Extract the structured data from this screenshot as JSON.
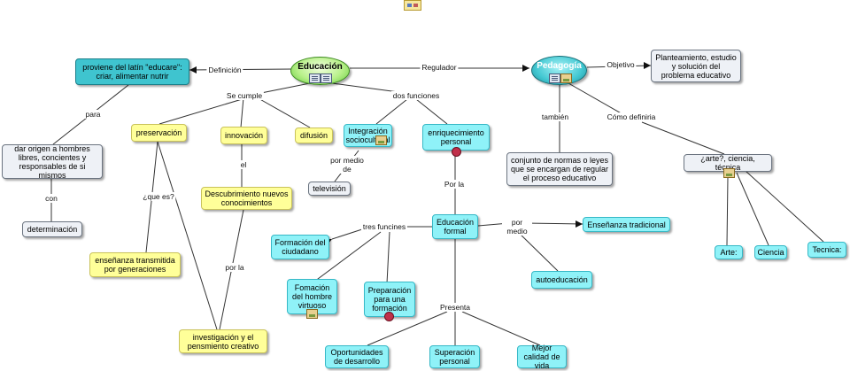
{
  "nodes": {
    "educacion": "Educación",
    "pedagogia": "Pedagogía",
    "latin": "proviene del latín \"educare\": criar, alimentar nutrir",
    "dar_origen": "dar origen a hombres libres, concientes y responsables de si mismos",
    "determinacion": "determinación",
    "preservacion": "preservación",
    "innovacion": "innovación",
    "difusion": "difusión",
    "integracion": "Integración sociocultural",
    "enriquecimiento": "enriquecimiento personal",
    "television": "televisión",
    "ensenanza_transmitida": "enseñanza transmitida por generaciones",
    "descubrimiento": "Descubrimiento nuevos conocimientos",
    "investigacion": "investigación y el pensmiento creativo",
    "planteamiento": "Planteamiento, estudio y solución del problema educativo",
    "conjunto": "conjunto de normas o leyes que se encargan de regular el proceso educativo",
    "arte_ciencia": "¿arte?, ciencia, técnica",
    "arte": "Arte:",
    "ciencia": "Ciencia",
    "tecnica": "Tecnica:",
    "educacion_formal": "Educación formal",
    "ensenanza_tradicional": "Enseñanza tradicional",
    "autoeducacion": "autoeducación",
    "formacion_ciudadano": "Formación del ciudadano",
    "formacion_hombre": "Fomación del hombre virtuoso",
    "preparacion": "Preparación para una formación",
    "oportunidades": "Oportunidades de desarrollo",
    "superacion": "Superación personal",
    "mejor_calidad": "Mejor calidad de vida"
  },
  "links": {
    "definicion": "Definición",
    "regulador": "Regulador",
    "objetivo": "Objetivo",
    "se_cumple": "Se cumple",
    "dos_funciones": "dos funciones",
    "para": "para",
    "con": "con",
    "que_es": "¿que es?",
    "el": "el",
    "por_la": "por la",
    "por_medio_de": "por medio de",
    "tambien": "también",
    "como_definiria": "Cómo definiria",
    "por_la_2": "Por la",
    "tres_funciones": "tres funcines",
    "por_medio": "por medio",
    "presenta": "Presenta"
  },
  "colors": {
    "gray_node": "#eef1f6",
    "yellow_node": "#ffff99",
    "cyan_node": "#8ff2f8",
    "teal_node": "#3fc4cf",
    "educacion_oval": "#b8f08a",
    "pedagogia_oval": "#43c8d2"
  },
  "icons": [
    "resource-icon",
    "document-icon",
    "image-icon",
    "web-link-icon"
  ]
}
